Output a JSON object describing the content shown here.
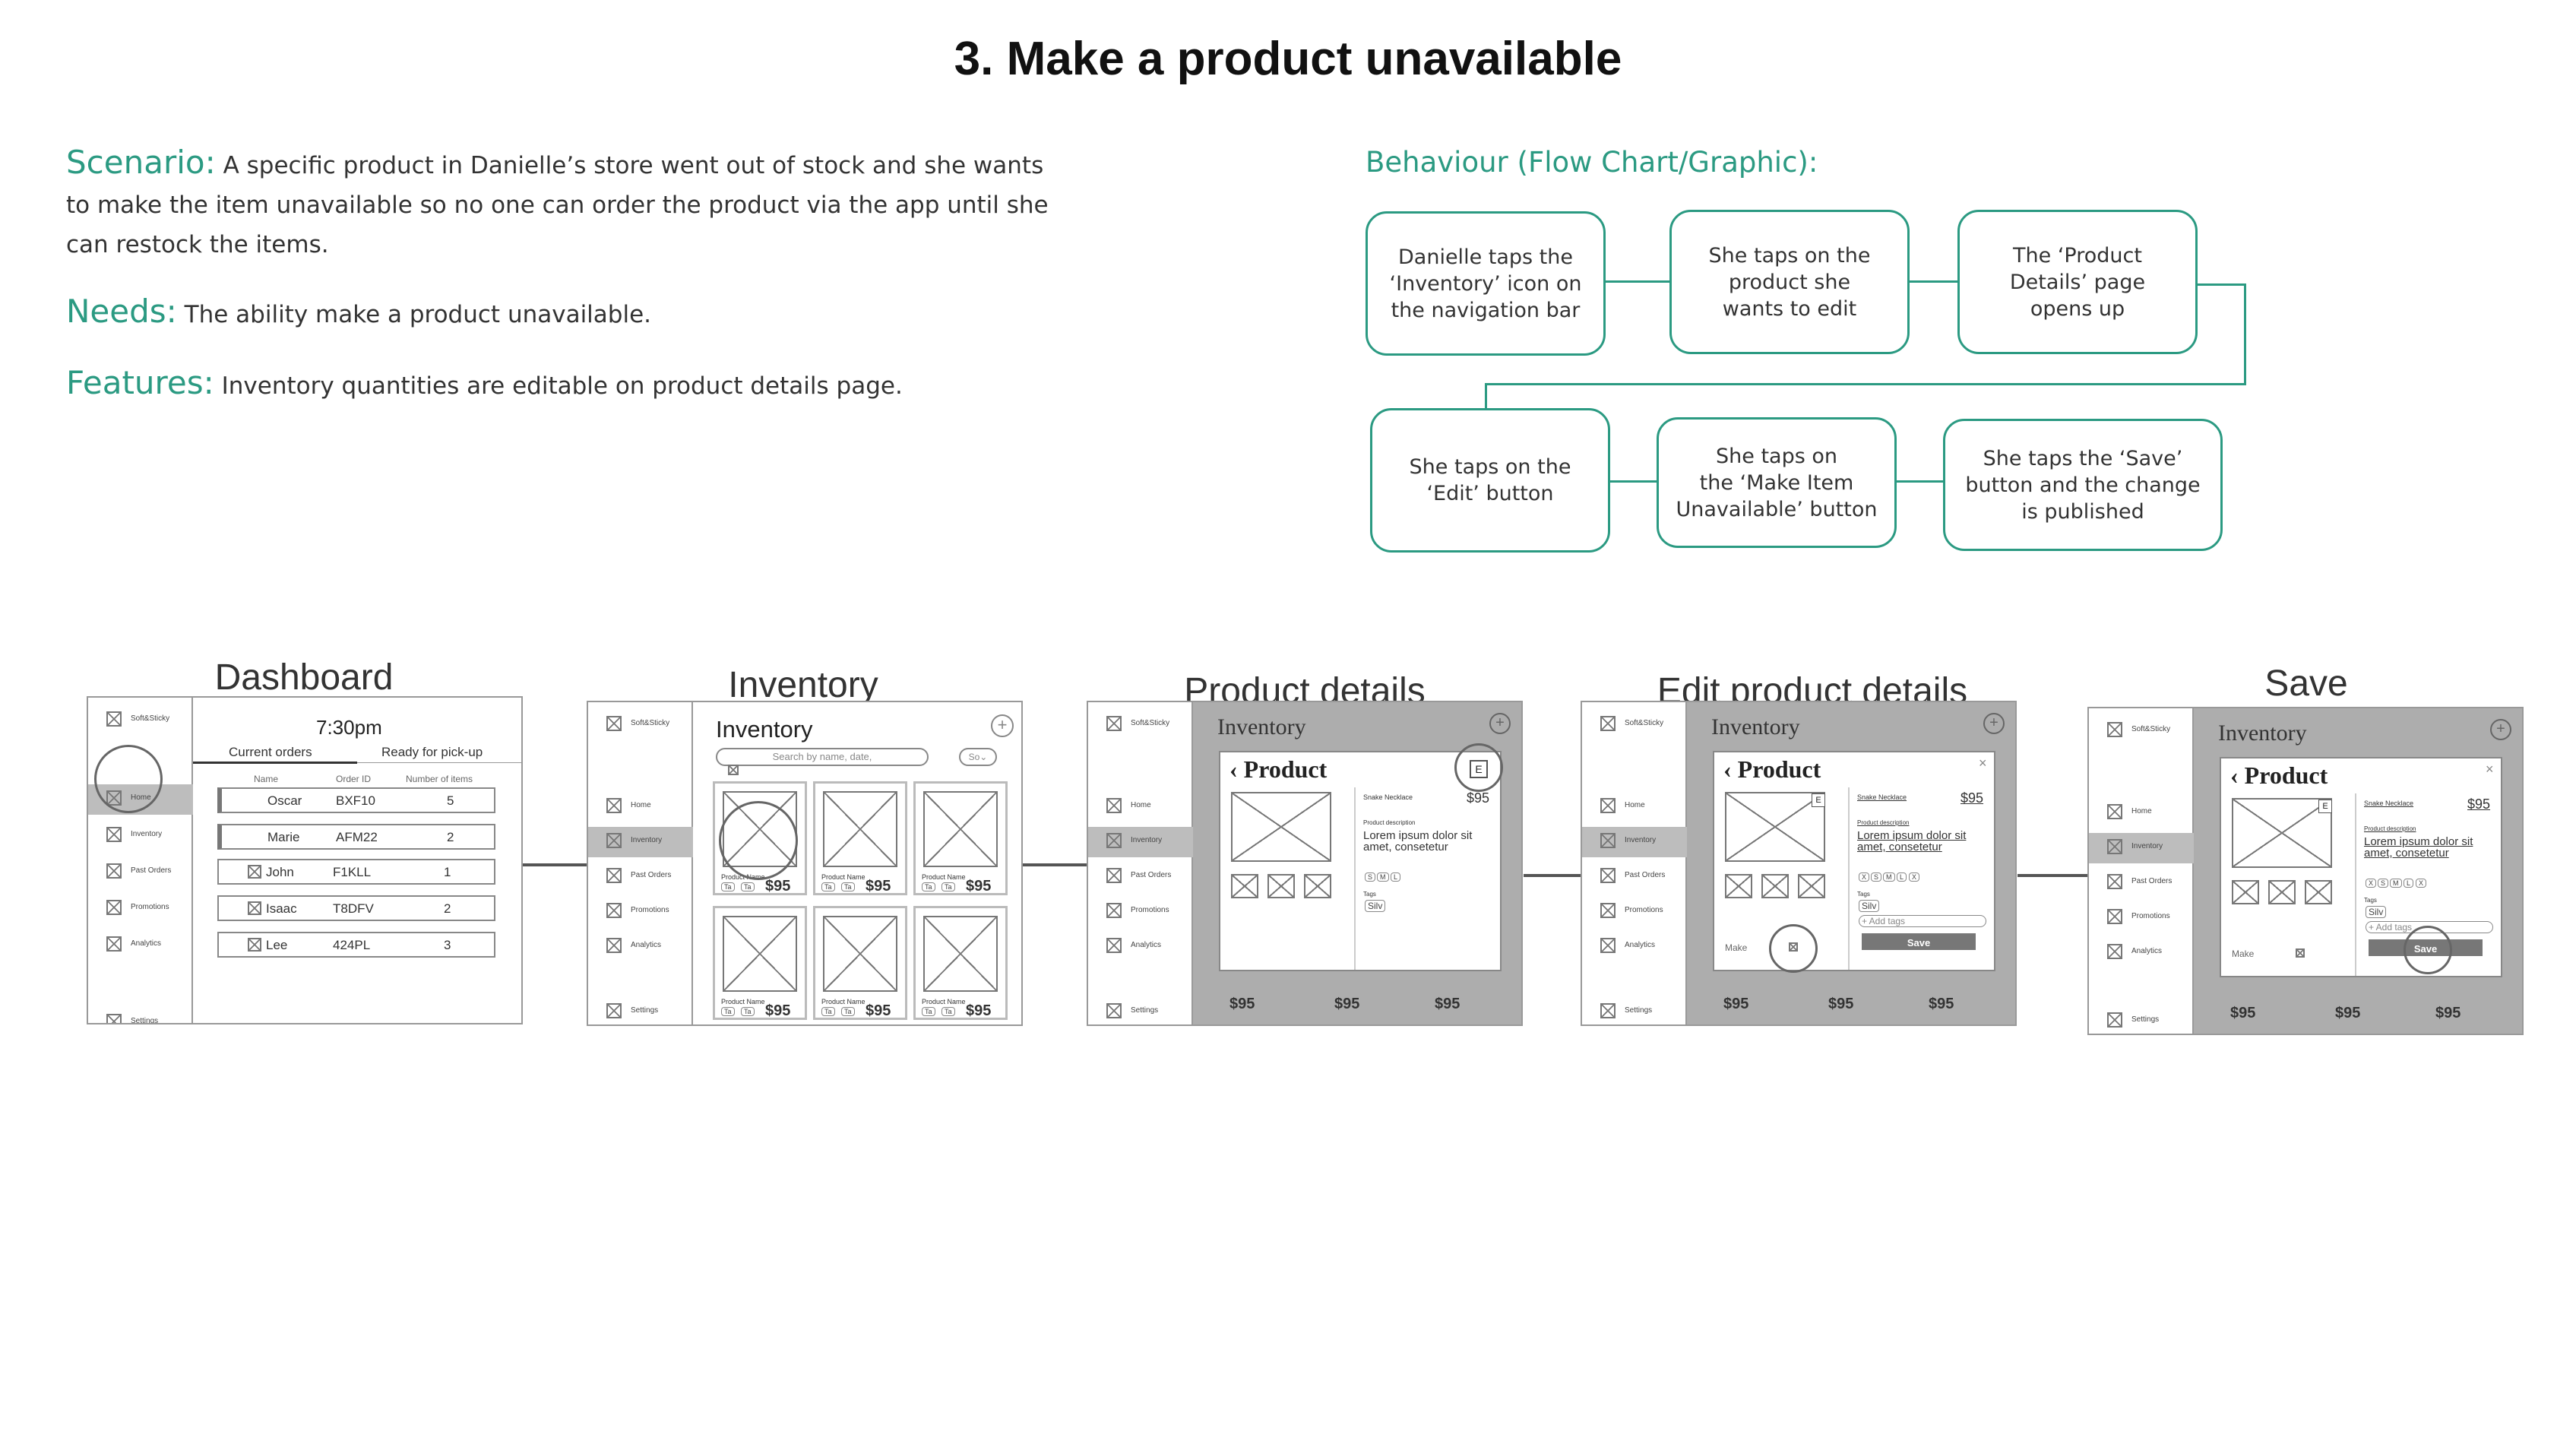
{
  "title": "3. Make a product unavailable",
  "scenario": {
    "label": "Scenario:",
    "lines": [
      "A specific product in Danielle’s store went out of stock and she wants",
      "to make the item unavailable so no one can order the product via the app until she",
      "can restock the items."
    ]
  },
  "needs": {
    "label": "Needs:",
    "text": "The ability make a product unavailable."
  },
  "features": {
    "label": "Features:",
    "text": "Inventory quantities are editable on product details page."
  },
  "behaviour_title": "Behaviour (Flow Chart/Graphic):",
  "flow": [
    [
      "Danielle taps the",
      "‘Inventory’ icon on",
      "the navigation bar"
    ],
    [
      "She taps on the",
      "product she",
      "wants to edit"
    ],
    [
      "The ‘Product",
      "Details’ page",
      "opens up"
    ],
    [
      "She taps on the",
      "‘Edit’ button"
    ],
    [
      "She taps on",
      "the ‘Make Item",
      "Unavailable’ button"
    ],
    [
      "She taps the ‘Save’",
      "button and the change",
      "is published"
    ]
  ],
  "screens": [
    "Dashboard",
    "Inventory",
    "Product details",
    "Edit product details",
    "Save"
  ],
  "sidebar": {
    "brand": "Soft&Sticky",
    "items": [
      "Home",
      "Inventory",
      "Past Orders",
      "Promotions",
      "Analytics"
    ],
    "settings": "Settings"
  },
  "dashboard": {
    "time": "7:30pm",
    "tabs": [
      "Current orders",
      "Ready for pick-up"
    ],
    "columns": [
      "Name",
      "Order ID",
      "Number of items"
    ],
    "orders": [
      [
        "Oscar",
        "BXF10",
        "5"
      ],
      [
        "Marie",
        "AFM22",
        "2"
      ],
      [
        "John",
        "F1KLL",
        "1"
      ],
      [
        "Isaac",
        "T8DFV",
        "2"
      ],
      [
        "Lee",
        "424PL",
        "3"
      ]
    ]
  },
  "inventory": {
    "heading": "Inventory",
    "search_placeholder": "Search by name, date,",
    "sort": "So⌄",
    "product_name": "Product Name",
    "price": "$95",
    "tag": "Ta"
  },
  "product": {
    "title": "Product",
    "name": "Snake Necklace",
    "price": "$95",
    "desc_label": "Product description",
    "desc": [
      "Lorem ipsum dolor sit",
      "amet, consetetur"
    ],
    "sizes": [
      "S",
      "M",
      "L"
    ],
    "sizes_edit": [
      "X",
      "S",
      "M",
      "L",
      "X"
    ],
    "tags_label": "Tags",
    "tag": "Silv",
    "add_tags": "+ Add tags",
    "save": "Save",
    "make": "Make",
    "edit": "E"
  }
}
